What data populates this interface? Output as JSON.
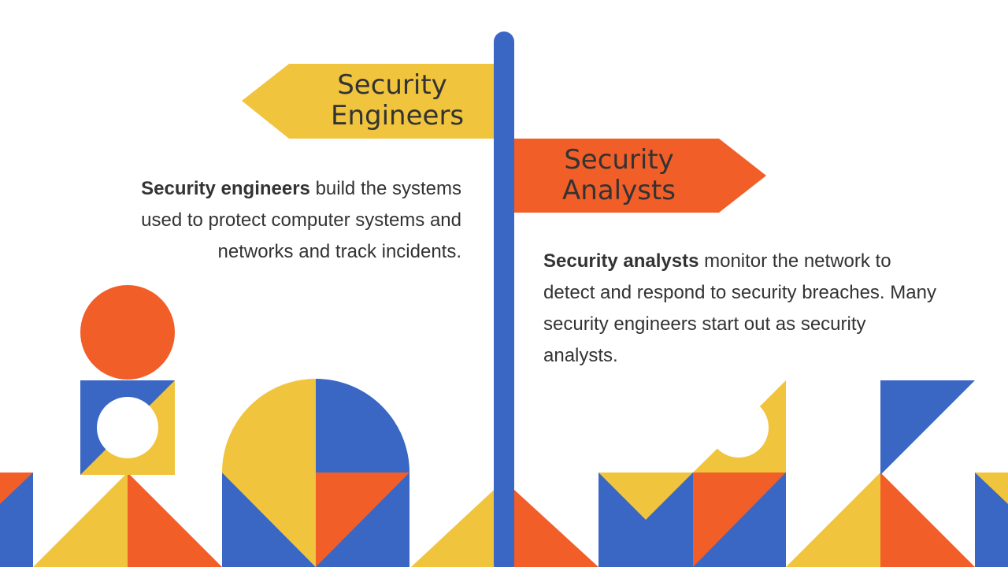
{
  "slide": {
    "colors": {
      "blue": "#3a66c4",
      "yellow": "#f0c43c",
      "orange": "#f15e28",
      "text": "#333333",
      "background": "#ffffff"
    },
    "engineers": {
      "sign_line1": "Security",
      "sign_line2": "Engineers",
      "desc_bold": "Security engineers",
      "desc_rest": " build the systems used to protect computer systems and networks and track incidents."
    },
    "analysts": {
      "sign_line1": "Security",
      "sign_line2": "Analysts",
      "desc_bold": "Security analysts",
      "desc_rest": " monitor the network to detect and respond to security breaches. Many security engineers start out as security analysts."
    }
  }
}
